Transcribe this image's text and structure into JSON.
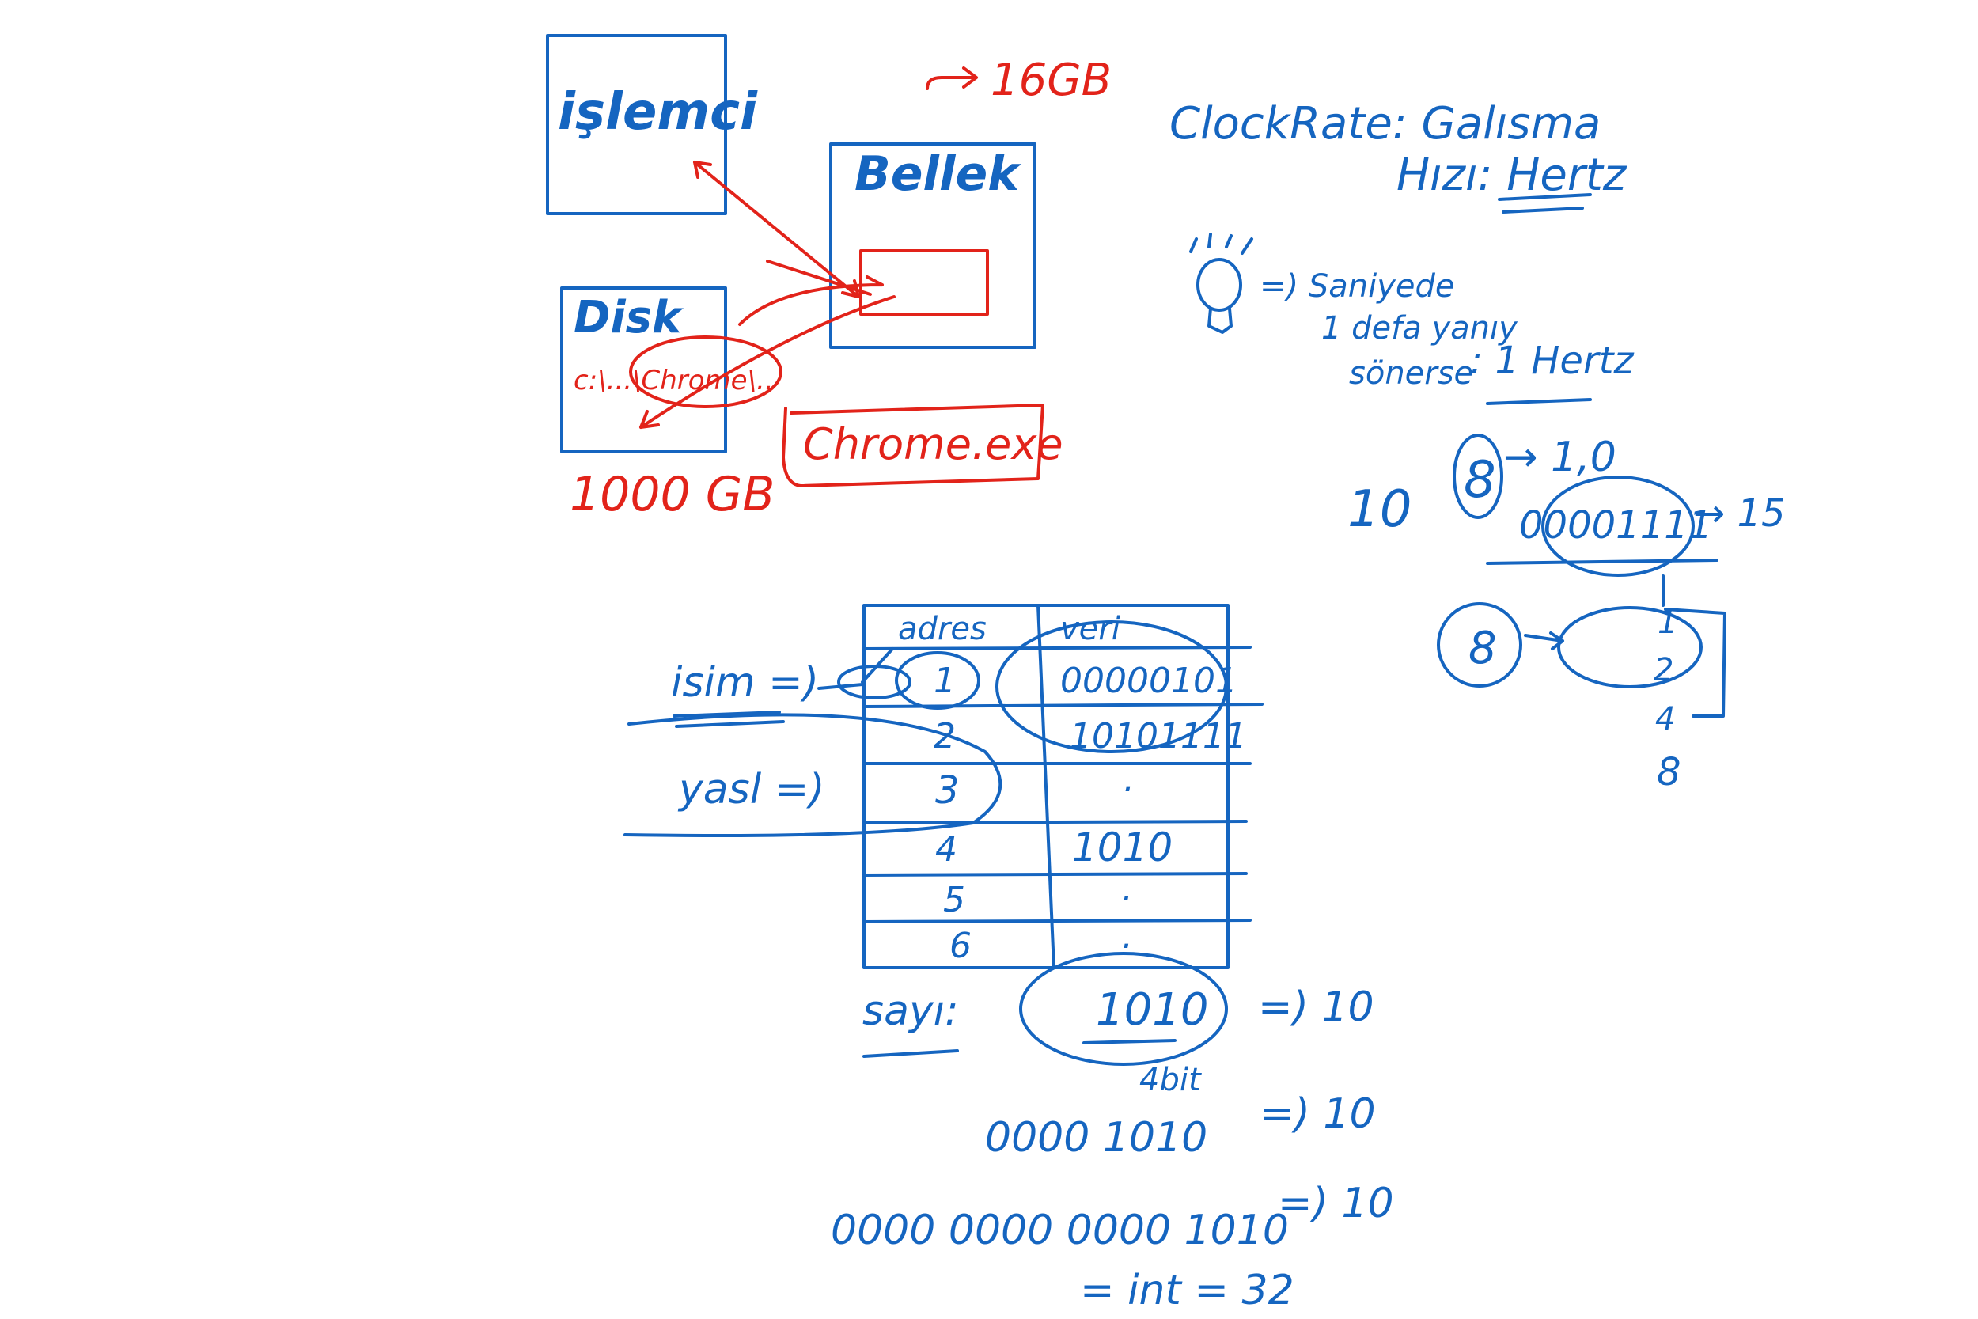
{
  "colors": {
    "ink_blue": "#1565c0",
    "ink_red": "#e2231a",
    "background": "#ffffff"
  },
  "top": {
    "cpu_label": "işlemci",
    "memory_label": "Bellek",
    "disk_label": "Disk",
    "memory_size": "16GB",
    "disk_size": "1000 GB",
    "disk_path": "c:\\...\\Chrome\\..",
    "exe_name": "Chrome.exe"
  },
  "clock": {
    "line1": "ClockRate: Galısma",
    "line2": "Hızı: Hertz",
    "bulb_desc1": "=) Saniyede",
    "bulb_desc2": "1 defa yanıy",
    "bulb_desc3": "sönerse",
    "hertz": ": 1 Hertz"
  },
  "bits": {
    "ten": "10",
    "eight_a": "8",
    "one_zero": "→ 1,0",
    "byte": "00001111",
    "fifteen": "→ 15",
    "eight_b": "8",
    "seq": [
      "1",
      "2",
      "4",
      "8"
    ]
  },
  "table": {
    "headers": [
      "adres",
      "veri"
    ],
    "rows": [
      {
        "addr": "1",
        "val": "00000101"
      },
      {
        "addr": "2",
        "val": "10101111"
      },
      {
        "addr": "3",
        "val": "."
      },
      {
        "addr": "4",
        "val": "1010"
      },
      {
        "addr": "5",
        "val": "."
      },
      {
        "addr": "6",
        "val": "."
      }
    ],
    "isim_label": "isim =)",
    "yas_label": "yasl =)"
  },
  "bottom": {
    "sayi_label": "sayı:",
    "sayi_value": "1010",
    "result1": "=) 10",
    "bit_note": "4bit",
    "padded_8": "0000 1010",
    "result2": "=) 10",
    "padded_32": "0000 0000 0000 1010",
    "result3": "=) 10",
    "int_label": "= int = 32"
  }
}
